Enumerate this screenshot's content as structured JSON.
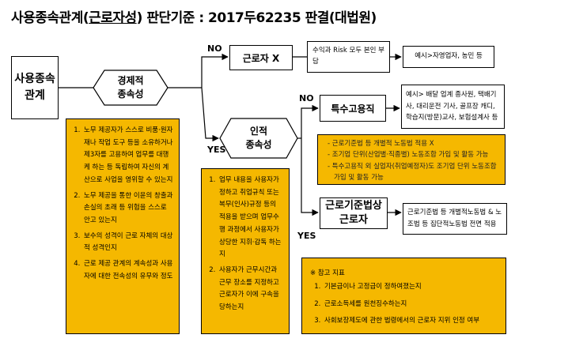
{
  "title": {
    "prefix": "사용종속관계(",
    "underlined": "근로자성",
    "suffix": ") 판단기준 : 2017두62235 판결(대법원)"
  },
  "nodes": {
    "root": [
      "사용종속",
      "관계"
    ],
    "economic": [
      "경제적",
      "종속성"
    ],
    "personal": [
      "인적",
      "종속성"
    ],
    "not_worker": "근로자 X",
    "risk": "수익과 Risk 모두 본인 부담",
    "risk_example": "예시>자영업자, 농민 등",
    "special": "특수고용직",
    "special_example": "예시> 배달 업계 종사원, 택배기사, 대리운전 기사, 골프장 캐디, 학습지(방문)교사, 보험설계사 등",
    "labor_worker": [
      "근로기준법상",
      "근로자"
    ],
    "labor_desc": "근로기준법 등 개별적노동법 & 노조법 등 집단적노동법 전면 적용"
  },
  "labels": {
    "no_top": "NO",
    "yes_mid": "YES",
    "no_mid": "NO",
    "yes_bottom": "YES"
  },
  "economic_criteria": [
    "노무 제공자가 스스로 비품·원자재나 작업 도구 등을 소유하거나 제3자를 고용하여 업무를 대행케 하는 등 독립하여 자신의 계산으로 사업을 영위할 수 있는지",
    "노무 제공을 통한 이윤의 창출과 손실의 초래 등 위험을 스스로 안고 있는지",
    "보수의 성격이 근로 자체의 대상적 성격인지",
    "근로 제공 관계의 계속성과 사용자에 대한 전속성의 유무와 정도"
  ],
  "personal_criteria": [
    "업무 내용을 사용자가 정하고 취업규칙 또는 복무(인사)규정 등의 적용을 받으며 업무수행 과정에서 사용자가 상당한 지휘·감독 하는지",
    "사용자가 근무시간과 근무 장소를 지정하고 근로자가 이에 구속을 당하는지"
  ],
  "special_notes": [
    "근로기준법 등 개별적 노동법 적용 X",
    "조기업 단위(산업별·직종별) 노동조합 가입 및 활동 가능",
    "특수고용직 외 실업자(취업예정자)도 조기업 단위 노동조합 가입 및 활동 가능"
  ],
  "reference": {
    "heading": "※ 참고 지표",
    "items": [
      "기본급이나 고정급이 정하여졌는지",
      "근로소득세를 원천징수하는지",
      "사회보장제도에 관한 법령에서의 근로자 지위 인정 여부"
    ]
  }
}
